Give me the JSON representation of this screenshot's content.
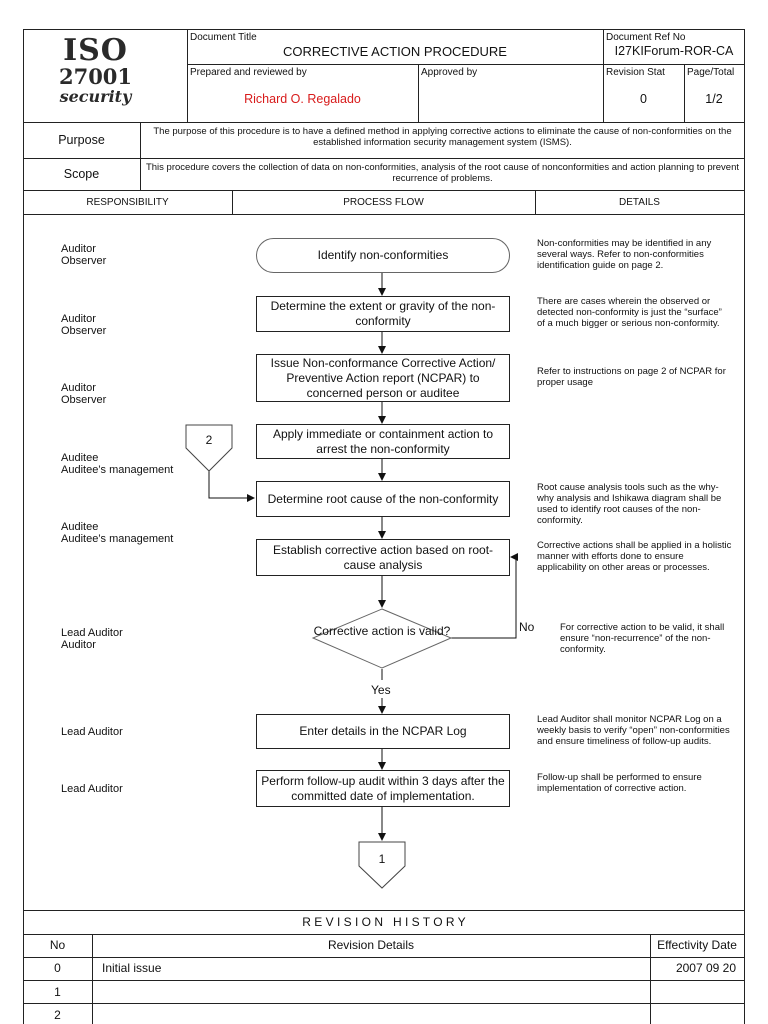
{
  "header": {
    "logo_lines": [
      "ISO",
      "27001",
      "security"
    ],
    "doc_title_label": "Document Title",
    "doc_title": "CORRECTIVE ACTION PROCEDURE",
    "doc_ref_label": "Document Ref No",
    "doc_ref": "I27KIForum-ROR-CA",
    "prepared_label": "Prepared and reviewed by",
    "prepared_by": "Richard O. Regalado",
    "approved_label": "Approved by",
    "approved_by": "",
    "revision_label": "Revision Stat",
    "revision": "0",
    "page_label": "Page/Total",
    "page": "1/2"
  },
  "purpose": {
    "label": "Purpose",
    "text": "The purpose of this procedure is to have a defined method in applying corrective actions to eliminate the cause of non-conformities on the established information security management system (ISMS)."
  },
  "scope": {
    "label": "Scope",
    "text": "This procedure covers the collection of data on non-conformities, analysis of the root cause of nonconformities and action planning to prevent recurrence of problems."
  },
  "columns": [
    "RESPONSIBILITY",
    "PROCESS FLOW",
    "DETAILS"
  ],
  "flow": {
    "responsibilities": [
      "Auditor\nObserver",
      "Auditor\nObserver",
      "Auditor\nObserver",
      "Auditee\nAuditee’s management",
      "Auditee\nAuditee’s management",
      "Lead Auditor\nAuditor",
      "Lead Auditor",
      "Lead Auditor"
    ],
    "steps": [
      "Identify non-conformities",
      "Determine the extent or gravity of the non-conformity",
      "Issue Non-conformance Corrective Action/ Preventive Action report (NCPAR) to concerned person or auditee",
      "Apply immediate or containment action to arrest the non-conformity",
      "Determine root cause of the non-conformity",
      "Establish corrective action based on root-cause analysis",
      "Corrective action is valid?",
      "Enter details in the NCPAR Log",
      "Perform follow-up audit within 3 days after the committed date of implementation."
    ],
    "connector_in": "2",
    "connector_out": "1",
    "yes_label": "Yes",
    "no_label": "No",
    "details": [
      "Non-conformities may be identified in any several ways.  Refer to non-conformities identification guide on page 2.",
      "There are cases wherein the observed or detected non-conformity is just the “surface” of a much bigger or serious non-conformity.",
      "Refer to instructions on page 2 of NCPAR for proper usage",
      "Root cause analysis tools such as the why-why analysis and Ishikawa diagram shall be used to identify root causes of the non-conformity.",
      "Corrective actions shall be applied in a holistic manner with efforts done to ensure applicability on other areas or processes.",
      "For corrective action to be valid, it shall ensure “non-recurrence” of the non-conformity.",
      "Lead Auditor shall monitor NCPAR Log on a weekly basis to verify “open” non-conformities and ensure timeliness of follow-up audits.",
      "Follow-up shall be performed to ensure implementation of corrective action."
    ]
  },
  "revision_history": {
    "title": "R E V I S I O N   H I S T O R Y",
    "headers": [
      "No",
      "Revision Details",
      "Effectivity Date"
    ],
    "rows": [
      [
        "0",
        "Initial issue",
        "2007 09 20"
      ],
      [
        "1",
        "",
        ""
      ],
      [
        "2",
        "",
        ""
      ]
    ]
  },
  "colors": {
    "prepared_by": "#d81b1b",
    "lines": "#222222"
  }
}
